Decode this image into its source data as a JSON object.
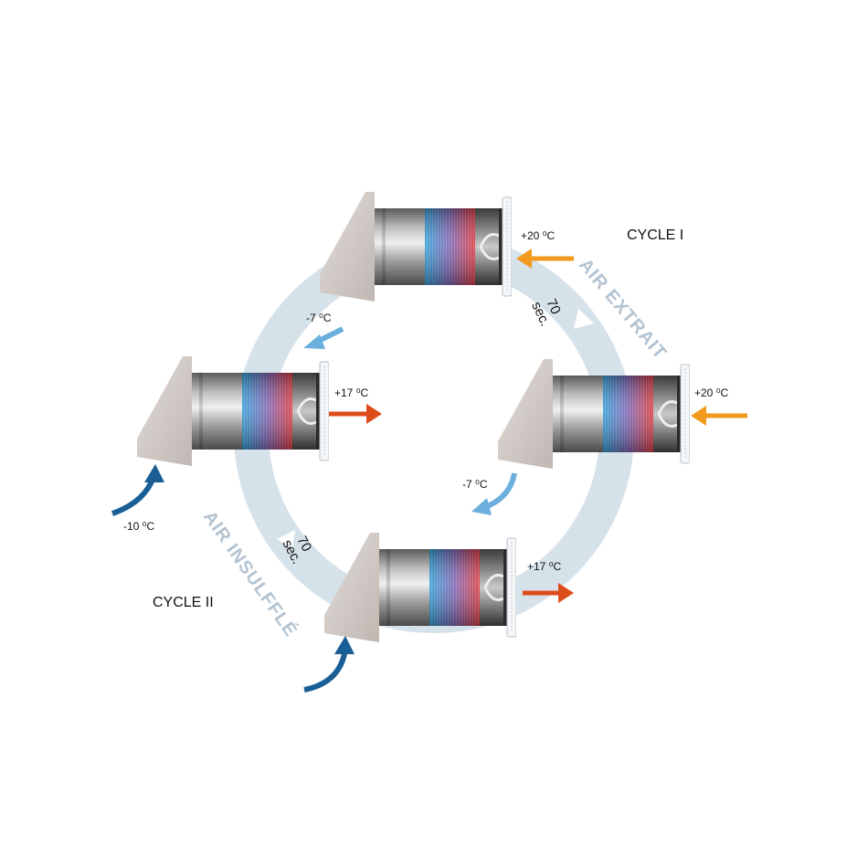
{
  "labels": {
    "cycle_1": "CYCLE I",
    "cycle_2": "CYCLE II",
    "air_extrait": "AIR EXTRAIT",
    "air_insufflé": "AIR INSULFFLÉ",
    "duration_1_value": "70",
    "duration_1_unit": "sec.",
    "duration_2_value": "70",
    "duration_2_unit": "sec."
  },
  "temps": {
    "top_in": "+20 ⁰C",
    "top_out": "-7 ⁰C",
    "right_in": "+20 ⁰C",
    "right_out": "-7 ⁰C",
    "left_out": "+17 ⁰C",
    "left_in": "-10 ⁰C",
    "bottom_out": "+17 ⁰C"
  },
  "colors": {
    "ring": "#d6e2ea",
    "orange_in": "#f29a1d",
    "red_out": "#dd4d1b",
    "dark_blue": "#1a5e96",
    "light_blue": "#5ea8d8",
    "wall": "#cfc8c4",
    "cylinder": "#8a8a8a",
    "red_core": "#d83a3a",
    "blue_core": "#3aa0d8"
  }
}
